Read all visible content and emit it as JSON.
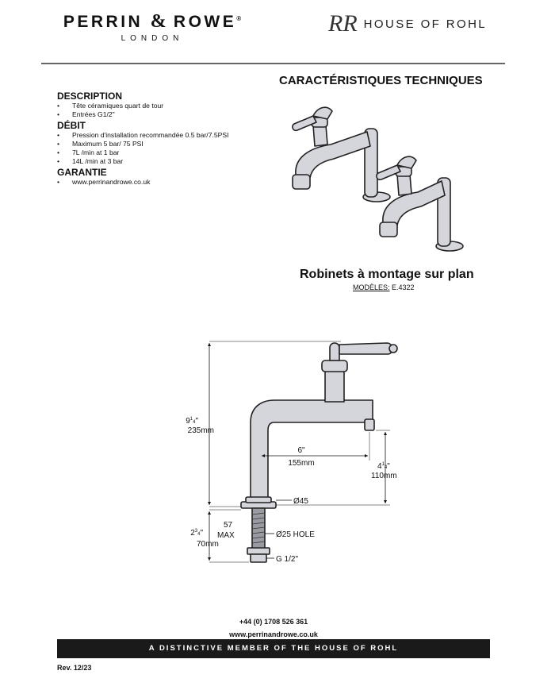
{
  "brand": {
    "name_left": "PERRIN",
    "ampersand": "&",
    "name_right": "ROWE",
    "registered": "®",
    "city": "LONDON",
    "house_monogram": "RR",
    "house_name": "HOUSE OF ROHL"
  },
  "title": "CARACTÉRISTIQUES TECHNIQUES",
  "sections": {
    "description": {
      "heading": "DESCRIPTION",
      "items": [
        "Tête céramiques quart de tour",
        "Entrées G1/2\""
      ]
    },
    "debit": {
      "heading": "DÉBIT",
      "items": [
        "Pression d'installation recommandée 0.5 bar/7.5PSI",
        "Maximum 5 bar/ 75 PSI",
        "7L /min at 1 bar",
        "14L /min at 3 bar"
      ]
    },
    "garantie": {
      "heading": "GARANTIE",
      "items": [
        "www.perrinandrowe.co.uk"
      ]
    }
  },
  "product": {
    "name": "Robinets à montage sur plan",
    "models_label": "MODÈLES:",
    "models_value": "E.4322"
  },
  "dimensions": {
    "height_in_whole": "9",
    "height_in_frac_num": "1",
    "height_in_frac_den": "4",
    "height_in_suffix": "\"",
    "height_mm": "235mm",
    "reach_in": "6\"",
    "reach_mm": "155mm",
    "spout_in_whole": "4",
    "spout_in_frac_num": "1",
    "spout_in_frac_den": "4",
    "spout_in_suffix": "\"",
    "spout_mm": "110mm",
    "base_dia": "Ø45",
    "max_value": "57",
    "max_label": "MAX",
    "shank_in_whole": "2",
    "shank_in_frac_num": "3",
    "shank_in_frac_den": "4",
    "shank_in_suffix": "\"",
    "shank_mm": "70mm",
    "hole": "Ø25 HOLE",
    "thread": "G 1/2\""
  },
  "footer": {
    "phone": "+44 (0) 1708 526 361",
    "website": "www.perrinandrowe.co.uk",
    "band_text": "A DISTINCTIVE MEMBER OF THE HOUSE OF ROHL",
    "revision": "Rev. 12/23"
  },
  "colors": {
    "drawing_fill": "#d5d5dc",
    "drawing_stroke": "#222222",
    "band_background": "#1a1a1a"
  }
}
